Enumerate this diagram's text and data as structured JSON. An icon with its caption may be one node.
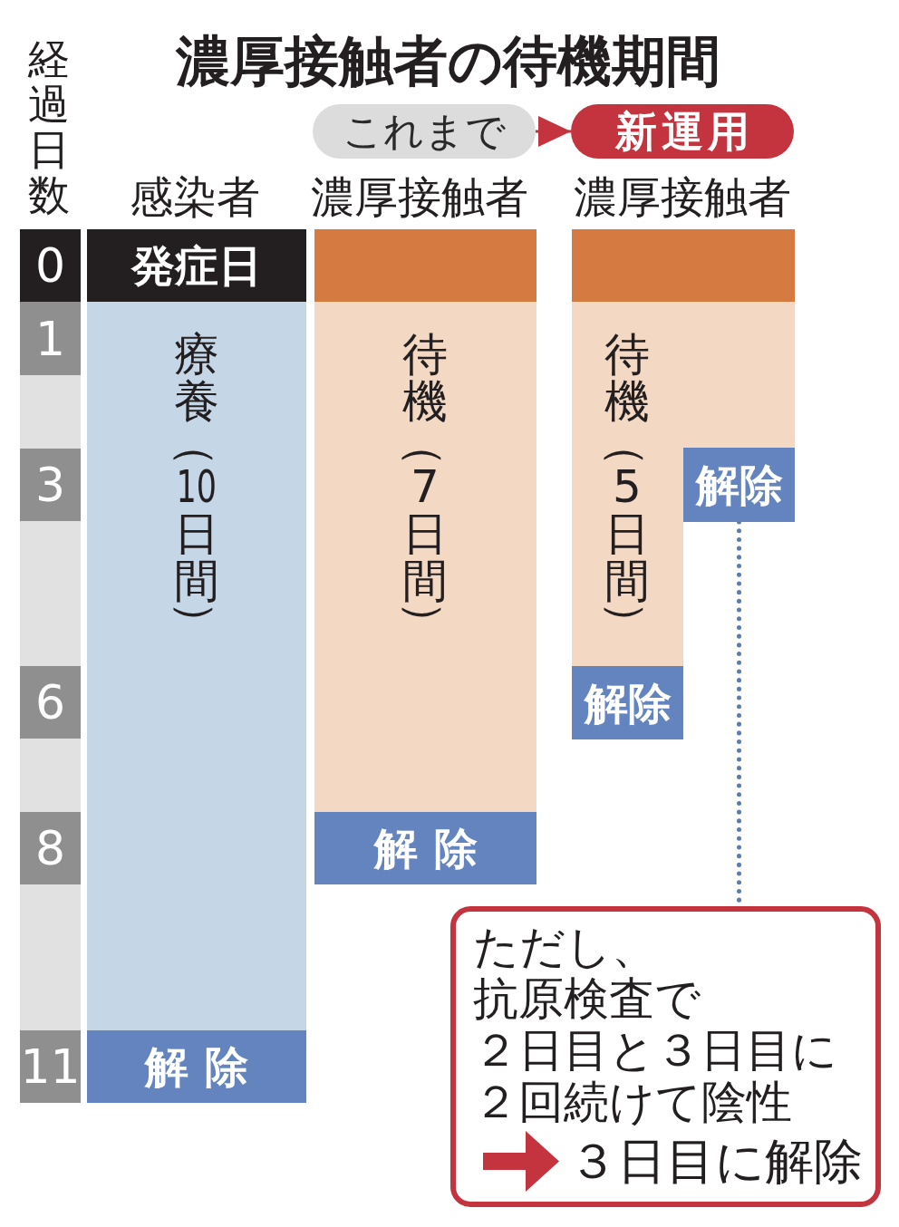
{
  "diagram": {
    "title": "濃厚接触者の待機期間",
    "nodes": [
      {
        "text": [
          "これまで"
        ]
      },
      {
        "text": [
          "新運用"
        ]
      },
      {
        "text": [
          "0"
        ]
      },
      {
        "text": [
          "1"
        ]
      },
      {
        "text": [],
        "shape": "box"
      },
      {
        "text": [
          "3"
        ]
      },
      {
        "text": [],
        "shape": "box"
      },
      {
        "text": [
          "6"
        ]
      },
      {
        "text": [],
        "shape": "box"
      },
      {
        "text": [
          "8"
        ]
      },
      {
        "text": [],
        "shape": "box"
      },
      {
        "text": [
          "11"
        ]
      },
      {
        "text": [
          "発症日"
        ]
      },
      {
        "text": [
          "療養（10日間）"
        ]
      },
      {
        "text": [
          "解除"
        ]
      },
      {
        "text": [],
        "shape": "box"
      },
      {
        "text": [
          "待機（7日間）"
        ]
      },
      {
        "text": [
          "解除"
        ]
      },
      {
        "text": [],
        "shape": "box"
      },
      {
        "text": [
          "待機（5日間）"
        ]
      },
      {
        "text": [
          "解除"
        ]
      },
      {
        "text": [
          "解除"
        ]
      },
      {
        "text": [
          "ただし、抗原検査で２日目と３日目に２回続けて陰性",
          "３日目に解除"
        ]
      }
    ],
    "edges": [
      {
        "from": 0,
        "to": 1,
        "arrow": "to",
        "color": "#c3343f"
      },
      {
        "from": 20,
        "to": 22,
        "arrow": "none",
        "style": "dashed",
        "color": "#5a7ab8"
      }
    ],
    "labels": [
      "経過日数",
      "感染者",
      "濃厚接触者",
      "濃厚接触者"
    ]
  }
}
